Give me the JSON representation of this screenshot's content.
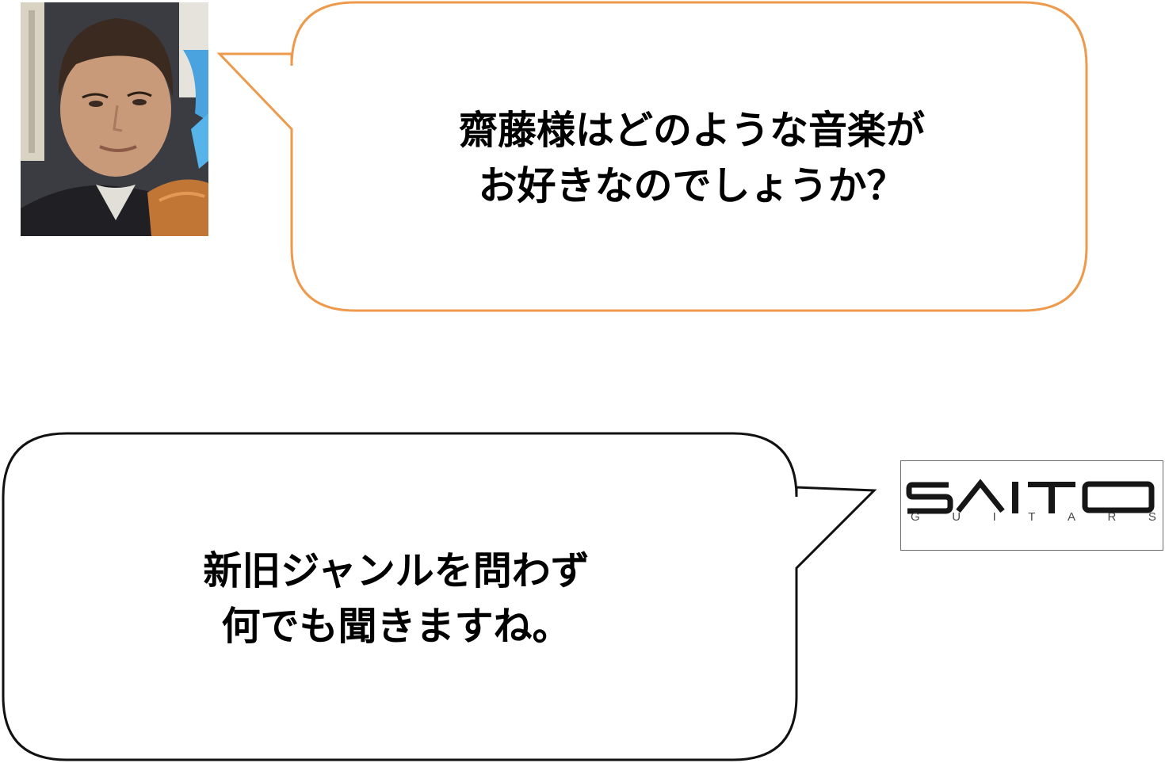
{
  "question": {
    "speaker": "staff-photo",
    "border_color": "#ed9a4c",
    "lines": [
      "齋藤様はどのような音楽が",
      "お好きなのでしょうか？"
    ]
  },
  "answer": {
    "speaker": "saito-guitars-logo",
    "border_color": "#111111",
    "lines": [
      "新旧ジャンルを問わず",
      "何でも聞きますね。"
    ]
  },
  "logo": {
    "title": "SAITO",
    "subtitle_letters": [
      "G",
      "U",
      "I",
      "T",
      "A",
      "R",
      "S"
    ]
  }
}
